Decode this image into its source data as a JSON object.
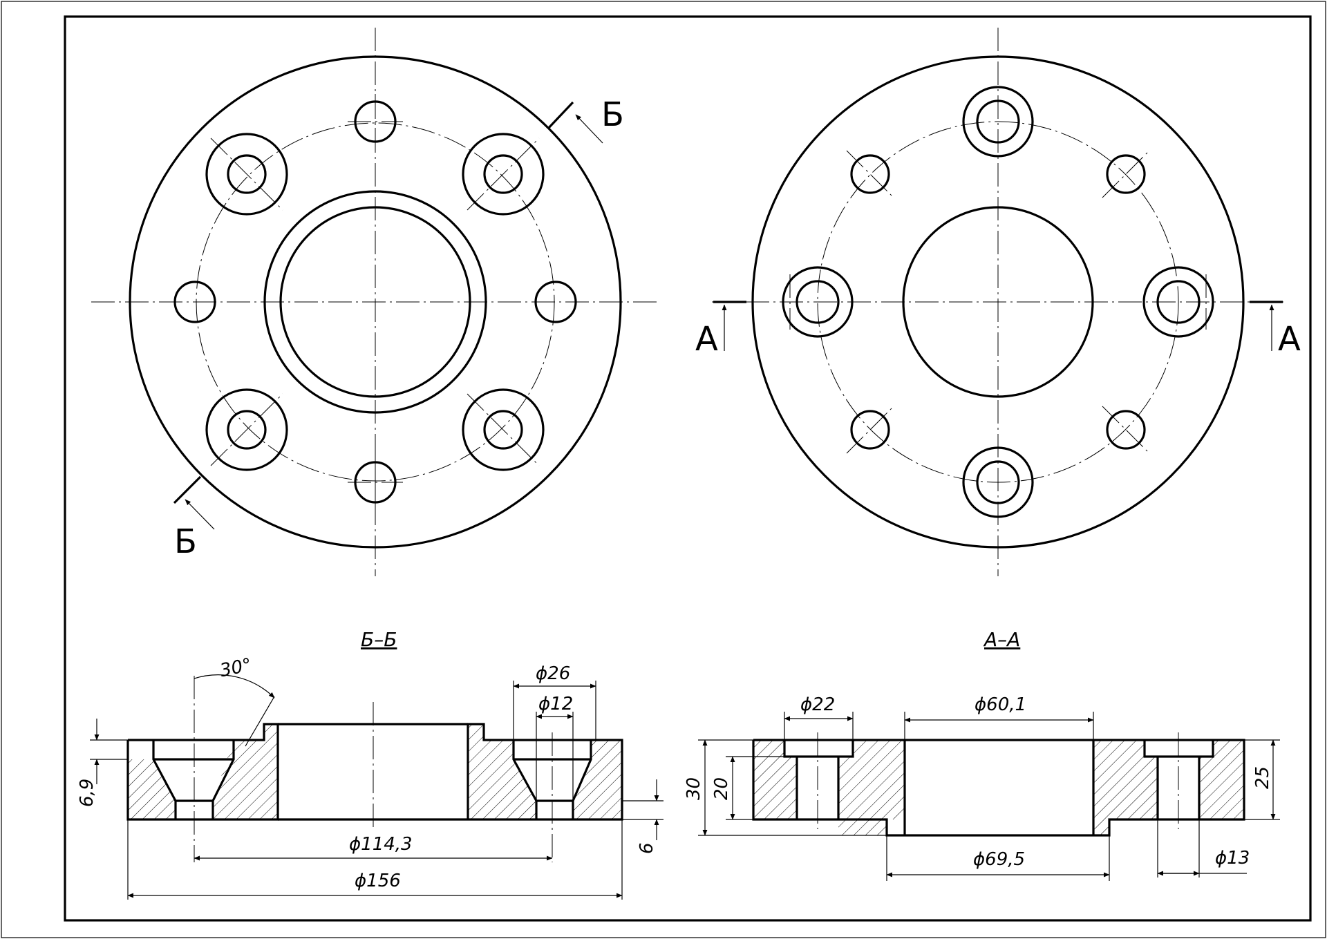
{
  "views": {
    "left_top": {
      "cutting_plane_label": "Б"
    },
    "right_top": {
      "cutting_plane_label": "А"
    }
  },
  "sections": {
    "bb": {
      "title": "Б–Б",
      "dims": {
        "angle": "30°",
        "d26": "ϕ26",
        "d12": "ϕ12",
        "h69": "6,9",
        "h6": "6",
        "d1143": "ϕ114,3",
        "d156": "ϕ156"
      }
    },
    "aa": {
      "title": "А–А",
      "dims": {
        "d22": "ϕ22",
        "d601": "ϕ60,1",
        "h30": "30",
        "h20": "20",
        "h25": "25",
        "d695": "ϕ69,5",
        "d13": "ϕ13"
      }
    }
  }
}
